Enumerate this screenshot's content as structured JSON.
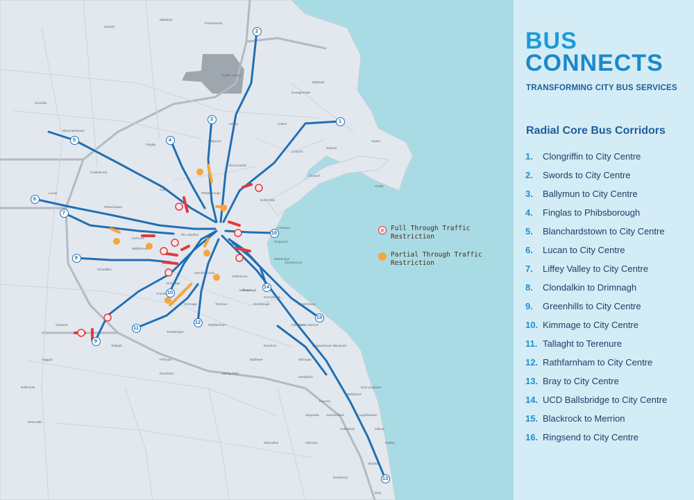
{
  "logo": {
    "line1": "BUS",
    "line2": "CONNECTS"
  },
  "tagline": "TRANSFORMING CITY BUS SERVICES",
  "list_title": "Radial Core Bus Corridors",
  "corridors": [
    {
      "num": "1.",
      "name": "Clongriffin to City Centre"
    },
    {
      "num": "2.",
      "name": "Swords to City Centre"
    },
    {
      "num": "3.",
      "name": "Ballymun to City Centre"
    },
    {
      "num": "4.",
      "name": "Finglas to Phibsborough"
    },
    {
      "num": "5.",
      "name": "Blanchardstown to City Centre"
    },
    {
      "num": "6.",
      "name": "Lucan to City Centre"
    },
    {
      "num": "7.",
      "name": "Liffey Valley to City Centre"
    },
    {
      "num": "8.",
      "name": "Clondalkin to Drimnagh"
    },
    {
      "num": "9.",
      "name": "Greenhills to City Centre"
    },
    {
      "num": "10.",
      "name": "Kimmage to City Centre"
    },
    {
      "num": "11.",
      "name": "Tallaght to Terenure"
    },
    {
      "num": "12.",
      "name": "Rathfarnham to City Centre"
    },
    {
      "num": "13.",
      "name": "Bray to City Centre"
    },
    {
      "num": "14.",
      "name": "UCD Ballsbridge to City Centre"
    },
    {
      "num": "15.",
      "name": "Blackrock to Merrion"
    },
    {
      "num": "16.",
      "name": "Ringsend to City Centre"
    }
  ],
  "legend": {
    "full": "Full Through Traffic Restriction",
    "partial": "Partial Through Traffic Restriction"
  },
  "route_badges": [
    "1",
    "2",
    "3",
    "4",
    "5",
    "6",
    "7",
    "8",
    "9",
    "10",
    "11",
    "12",
    "13",
    "14",
    "15",
    "16"
  ],
  "place_labels": [
    "Swords",
    "Malahide",
    "Portmarnock",
    "Dublin Airport",
    "Santry",
    "Ballymun",
    "Finglas",
    "Coolock",
    "Raheny",
    "Howth",
    "Sutton",
    "Clontarf",
    "Artane",
    "Donaghmede",
    "Baldoyle",
    "Blanchardstown",
    "Castleknock",
    "Clonsilla",
    "Lucan",
    "Palmerstown",
    "Clondalkin",
    "Ballyfermot",
    "Drimnagh",
    "Crumlin",
    "Kimmage",
    "Terenure",
    "Rathfarnham",
    "Rathmines",
    "Ranelagh",
    "Ballsbridge",
    "Donnybrook",
    "Booterstown",
    "Blackrock",
    "Stillorgan",
    "Dundrum",
    "Tallaght",
    "Firhouse",
    "Templeogue",
    "Dun Laoghaire",
    "Foxrock",
    "Cabinteely",
    "Killiney",
    "Dalkey",
    "Shankill",
    "Bray",
    "Glencullen",
    "Saggart",
    "Rathcoole",
    "Newcastle",
    "Citywest",
    "Phibsborough",
    "Drumcondra",
    "Cabra",
    "The Liberties",
    "Inchicore",
    "North Wall",
    "Ringsend",
    "Sandymount",
    "Irishtown",
    "Harold's Cross",
    "Milltown",
    "Clonskeagh",
    "Mount Merrion",
    "Leopardstown",
    "Sandyford",
    "Ballinteer",
    "Knocklyon",
    "Marlay Park",
    "Kilmacud",
    "Ballybrack",
    "Loughlinstown",
    "Carrickmines",
    "Kilternan",
    "Enniskerry",
    "Stepaside"
  ],
  "colors": {
    "land": "#e3e8ef",
    "sea": "#a9dbe4",
    "route": "#1f6fb3",
    "full_restriction": "#e03a3a",
    "partial_restriction": "#f6a63a",
    "logo_blue": "#1f9bd6"
  }
}
